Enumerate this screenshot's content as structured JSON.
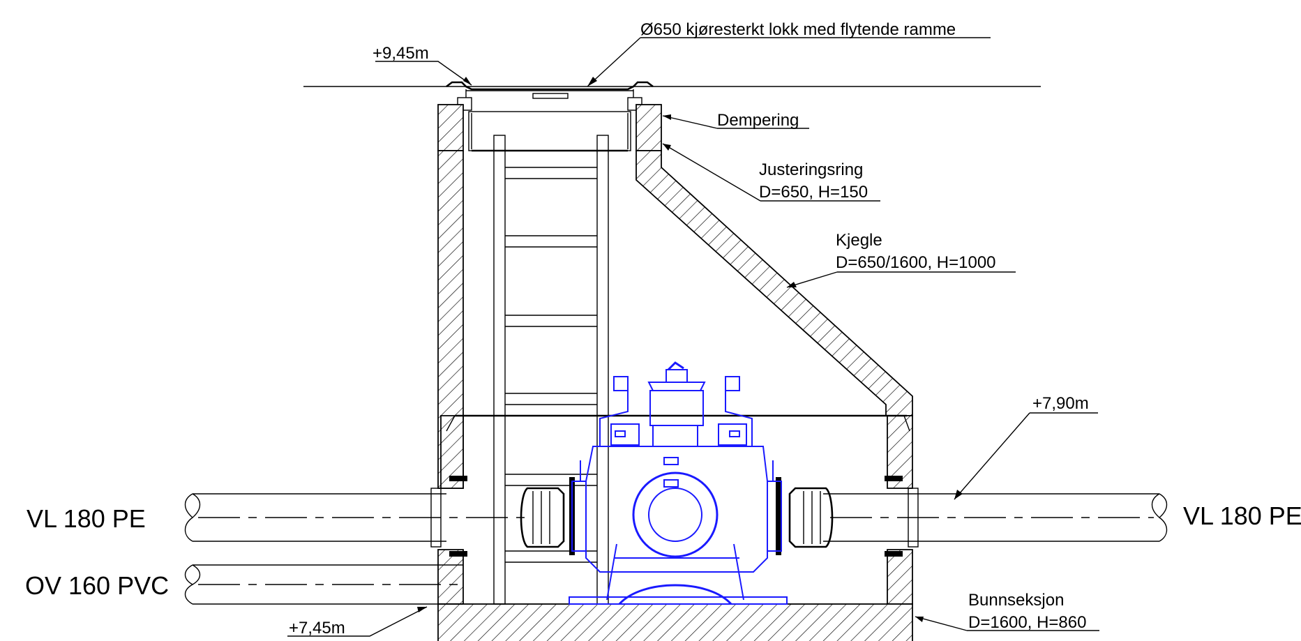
{
  "labels": {
    "cover": "Ø650 kjøresterkt lokk med flytende ramme",
    "top_level": "+9,45m",
    "damping": "Dempering",
    "adjust_ring_title": "Justeringsring",
    "adjust_ring_dims": "D=650, H=150",
    "cone_title": "Kjegle",
    "cone_dims": "D=650/1600, H=1000",
    "pipe_level": "+7,90m",
    "bottom_level": "+7,45m",
    "base_title": "Bunnseksjon",
    "base_dims": "D=1600, H=860",
    "pipe_left_upper": "VL 180 PE",
    "pipe_left_lower": "OV 160 PVC",
    "pipe_right": "VL 180 PE"
  },
  "colors": {
    "lines": "#000000",
    "valve": "#1a1aff",
    "background": "#ffffff"
  }
}
